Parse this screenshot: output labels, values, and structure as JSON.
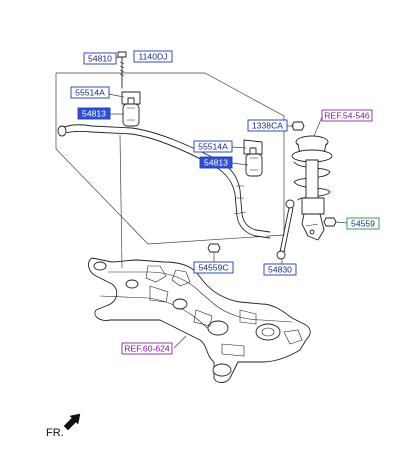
{
  "labels": {
    "p54810": "54810",
    "p1140dj": "1140DJ",
    "p55514a_left": "55514A",
    "p54813_left": "54813",
    "p55514a_right": "55514A",
    "p54813_right": "54813",
    "p1338ca": "1338CA",
    "ref_strut": "REF.54-546",
    "p54559": "54559",
    "p54559c": "54559C",
    "p54830": "54830",
    "ref_subframe": "REF.60-624",
    "front_indicator": "FR."
  },
  "colors": {
    "label_border": "#1d3bb5",
    "highlight_fill": "#3050d8",
    "ref_border": "#8a2aa0",
    "nut_label_border": "#1a9a4a"
  }
}
